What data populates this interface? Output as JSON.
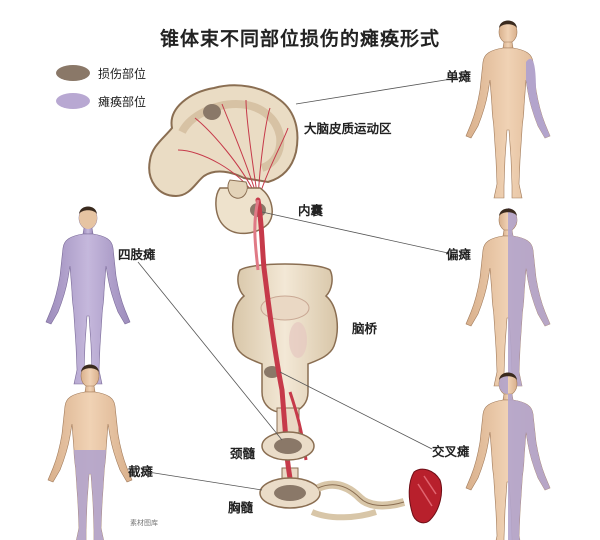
{
  "title": "锥体束不同部位损伤的瘫痪形式",
  "legend": [
    {
      "label": "损伤部位",
      "color": "#8a7868"
    },
    {
      "label": "瘫痪部位",
      "color": "#b8a8d2"
    }
  ],
  "structure_labels": {
    "cortex": "大脑皮质运动区",
    "internal_capsule": "内囊",
    "pons": "脑桥",
    "cervical": "颈髓",
    "thoracic": "胸髓"
  },
  "paralysis_labels": {
    "monoplegia": "单瘫",
    "hemiplegia": "偏瘫",
    "tetraplegia": "四肢瘫",
    "crossed": "交叉瘫",
    "paraplegia": "截瘫"
  },
  "watermark": "素材图库",
  "colors": {
    "skin": "#e6c4a2",
    "paralysis": "#b3a4cc",
    "lesion": "#8a7868",
    "tract": "#c63a4a",
    "brain": "#f0e4d0"
  }
}
